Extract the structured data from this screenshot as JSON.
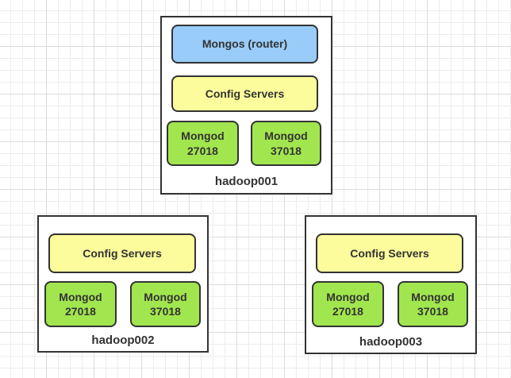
{
  "colors": {
    "host_fill": "#FFFFFF",
    "router_fill": "#99CCF8",
    "config_fill": "#FCFC9C",
    "mongod_fill": "#A1E64E",
    "border": "#333333",
    "text": "#333333"
  },
  "hosts": [
    {
      "label": "hadoop001",
      "nodes": {
        "router": {
          "label": "Mongos (router)"
        },
        "config": {
          "label": "Config Servers"
        },
        "mongod_a": {
          "label": "Mongod\n27018"
        },
        "mongod_b": {
          "label": "Mongod\n37018"
        }
      }
    },
    {
      "label": "hadoop002",
      "nodes": {
        "config": {
          "label": "Config Servers"
        },
        "mongod_a": {
          "label": "Mongod\n27018"
        },
        "mongod_b": {
          "label": "Mongod\n37018"
        }
      }
    },
    {
      "label": "hadoop003",
      "nodes": {
        "config": {
          "label": "Config Servers"
        },
        "mongod_a": {
          "label": "Mongod\n27018"
        },
        "mongod_b": {
          "label": "Mongod\n37018"
        }
      }
    }
  ]
}
